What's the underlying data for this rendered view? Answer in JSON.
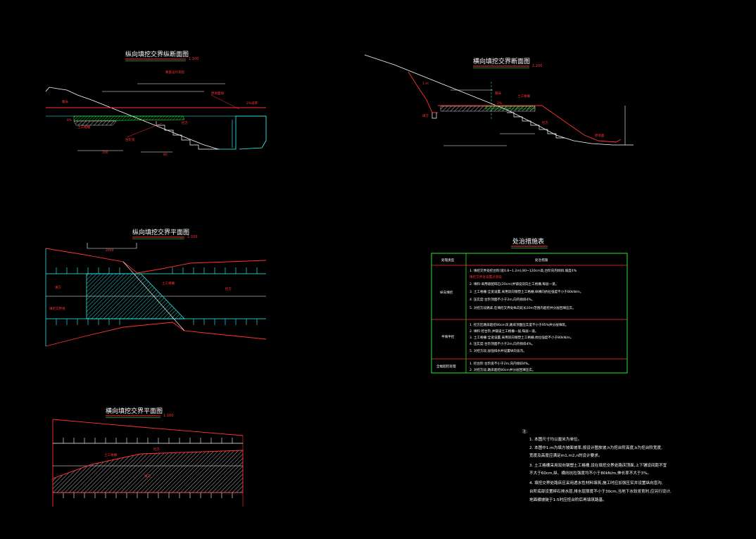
{
  "colors": {
    "background": "#000000",
    "cyan": "#33ffff",
    "red": "#ff3333",
    "green": "#33ff33",
    "white": "#ffffff",
    "yellow": "#ffff66"
  },
  "drawings": {
    "d1": {
      "title": "纵向填挖交界纵断面图",
      "scale": "1:100"
    },
    "d2": {
      "title": "横向填挖交界断面图",
      "scale": "1:200"
    },
    "d3": {
      "title": "纵向填挖交界平面图",
      "scale": "1:100"
    },
    "d4": {
      "title": "横向填挖交界平面图",
      "scale": "1:100"
    }
  },
  "table": {
    "title": "处治措施表",
    "col1_header": "处理类型",
    "col2_header": "处治措施",
    "rows": [
      {
        "type": "纵向填挖",
        "items": [
          "1. 填挖交界处挖台阶(宽0.8~1.2m),80~120cm高,台阶向内倾斜,坡度4%",
          "   填挖交界处设置过渡段",
          "2. 填料:采用级配碎石(20cm)并铺设双向土工格栅,每层一道。",
          "3. 土工格栅:全宽设置,采用双向钢塑土工格栅,纵横向抗拉强度不小于80kN/m。",
          "4. 压实度:台阶顶面不小于2m,向内倾斜4%。",
          "5. 对挖方段路床,在填挖交界处纵向延长20m范围内超挖并分层回填压实。"
        ]
      },
      {
        "type": "半填半挖",
        "items": [
          "1. 挖方区路床超挖80cm深,路床顶面压实度不小于95%并分层填筑。",
          "2. 填料:挖台阶,并铺设土工格栅一层,每层一道。",
          "3. 土工格栅:全宽设置,采用双向钢塑土工格栅,抗拉强度不小于80kN/m。",
          "4. 压实度:台阶顶面不小于2m,向内倾斜4%。",
          "5. 对挖方段,加强排水并设置纵向盲沟。"
        ]
      },
      {
        "type": "全幅超挖处理",
        "items": [
          "1. 挖台阶:台阶宽不小于2m,向内倾斜4%。",
          "2. 对挖方段,路床超挖80cm并分层回填压实。"
        ]
      }
    ]
  },
  "notes": {
    "heading": "注:",
    "lines": [
      "1. 本图尺寸均以厘米为单位。",
      "2. 本图中1:m为填方坡面坡率,按设计图放坡,h为挖台阶高度,b为挖台阶宽度,",
      "   宽度及高度应满足m1,m2,n的设计要求。",
      "3. 土工格栅采用双向钢塑土工格栅,设在填挖交界处路床顶面,上下铺设间距不宜",
      "   不大于60cm,纵、横向抗拉强度均不小于80kN/m,伸长率不大于3%。",
      "4. 填挖交界处路床应采用透水性材料填筑,施工时应加强压实并设置纵向盲沟,",
      "   台阶底部设置碎石排水层,排水层厚度不小于30cm,当地下水较发育时,应另行设计,",
      "   地面横坡陡于1:5时应挖台阶后再填筑路基。"
    ]
  },
  "labels": {
    "d1": {
      "l_top1": "路基设计高程",
      "l_top2": "2%坡率",
      "l_a": "路床",
      "l_b": "8%",
      "l_c": "土工格栅",
      "l_d": "台阶宽",
      "l_e": "原地面线",
      "l_f": "挖方",
      "l_g": "80",
      "l_h": "200"
    },
    "d2": {
      "l_a": "填方",
      "l_b": "土工格栅",
      "l_c": "挖方",
      "l_d": "原地面",
      "l_e": "路床",
      "l_f": "2%",
      "l_g": "1:m"
    },
    "d3": {
      "l_a": "填方",
      "l_b": "挖方",
      "l_c": "土工格栅",
      "l_d": "填挖交界线",
      "l_e": "2000"
    },
    "d4": {
      "l_a": "土工格栅",
      "l_b": "挖方",
      "l_c": "填方"
    }
  }
}
